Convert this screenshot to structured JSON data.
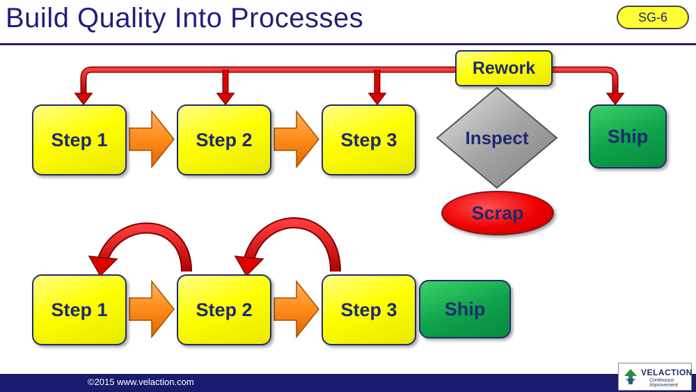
{
  "slide": {
    "title": "Build Quality Into Processes",
    "badge": "SG-6",
    "footer": "©2015 www.velaction.com",
    "logo": {
      "name": "VELACTION",
      "tagline": "Continuous Improvement"
    }
  },
  "top_flow": {
    "steps": [
      "Step 1",
      "Step 2",
      "Step 3"
    ],
    "rework": "Rework",
    "inspect": "Inspect",
    "scrap": "Scrap",
    "ship": "Ship"
  },
  "bottom_flow": {
    "steps": [
      "Step 1",
      "Step 2",
      "Step 3"
    ],
    "ship": "Ship"
  },
  "colors": {
    "title": "#1f1f7a",
    "step_fill": "#ffff00",
    "ship_fill": "#0ca14a",
    "arrow_fill": "#ff8c1a",
    "rework_line": "#d40000",
    "scrap_fill": "#ee0000",
    "inspect_fill": "#a6a6a6",
    "footer_bg": "#1a1a6e"
  }
}
